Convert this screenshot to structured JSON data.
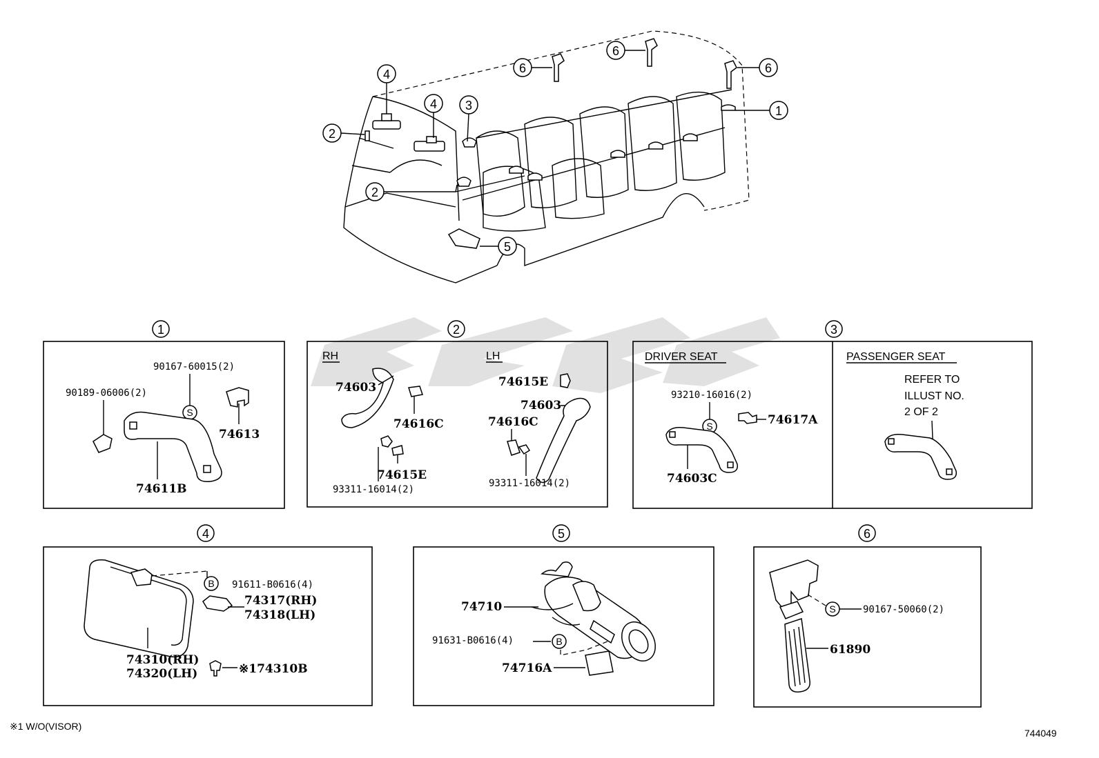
{
  "callout_numbers": [
    "1",
    "2",
    "3",
    "4",
    "5",
    "6"
  ],
  "sections": {
    "s1": {
      "number": "1",
      "parts": {
        "clip": "90189-06006(2)",
        "screw": "90167-60015(2)",
        "cover": "74613",
        "grip": "74611B"
      },
      "symbol": "S"
    },
    "s2": {
      "number": "2",
      "rh_label": "RH",
      "lh_label": "LH",
      "parts": {
        "rh_grip": "74603",
        "rh_cover": "74616C",
        "rh_clip": "74615E",
        "rh_screw": "93311-16014(2)",
        "lh_clip": "74615E",
        "lh_grip": "74603",
        "lh_cover": "74616C",
        "lh_screw": "93311-16014(2)"
      }
    },
    "s3": {
      "number": "3",
      "driver_label": "DRIVER SEAT",
      "passenger_label": "PASSENGER SEAT",
      "parts": {
        "screw": "93210-16016(2)",
        "cover": "74617A",
        "grip": "74603C"
      },
      "refer_lines": [
        "REFER TO",
        "ILLUST NO.",
        "2 OF 2"
      ],
      "symbol": "S"
    },
    "s4": {
      "number": "4",
      "parts": {
        "screw": "91611-B0616(4)",
        "holder_rh": "74317(RH)",
        "holder_lh": "74318(LH)",
        "visor_rh": "74310(RH)",
        "visor_lh": "74320(LH)",
        "clip": "※174310B"
      },
      "symbol": "B"
    },
    "s5": {
      "number": "5",
      "parts": {
        "lighter": "74710",
        "screw": "91631-B0616(4)",
        "plate": "74716A"
      },
      "symbol": "B"
    },
    "s6": {
      "number": "6",
      "parts": {
        "screw": "90167-50060(2)",
        "handle": "61890"
      },
      "symbol": "S"
    }
  },
  "footnote": "※1 W/O(VISOR)",
  "illustration_id": "744049"
}
